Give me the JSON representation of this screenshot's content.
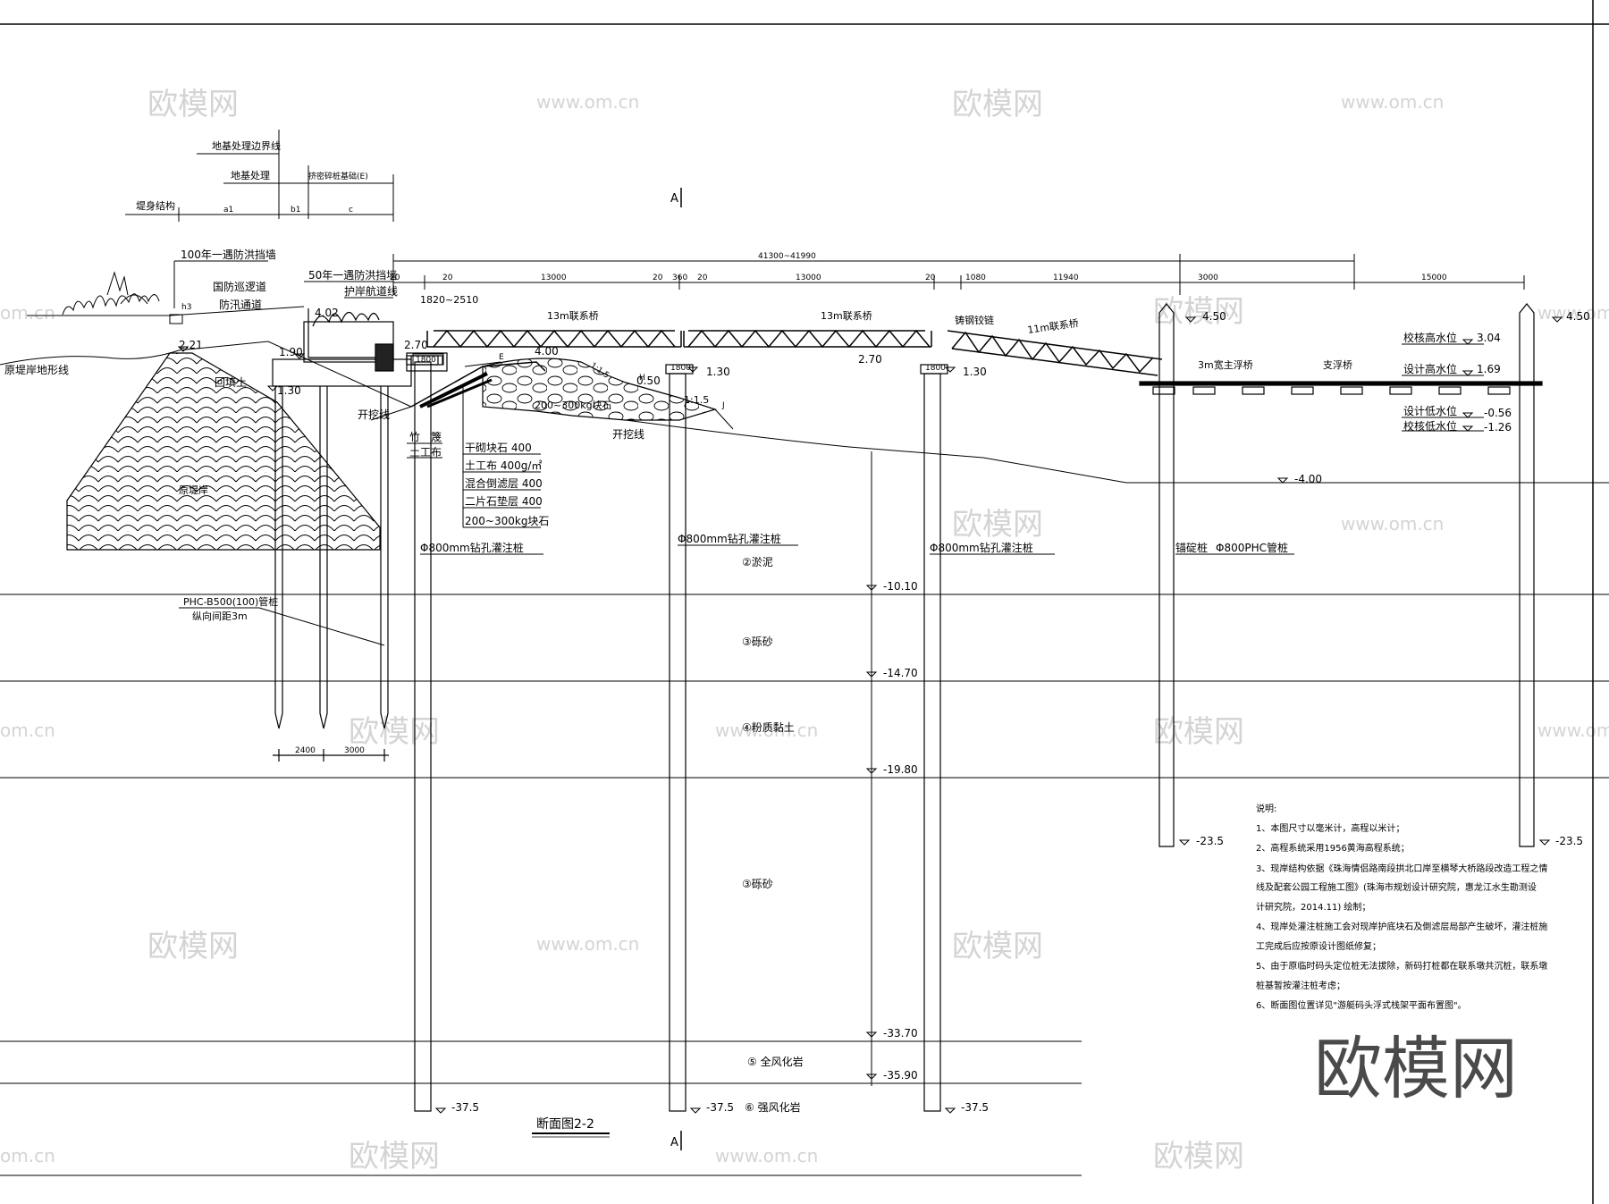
{
  "watermarks": {
    "brand": "欧模网",
    "site": "www.om.cn",
    "site_cut": "om.cn"
  },
  "big_logo": "欧模网",
  "section_marks": {
    "top": "A",
    "bottom": "A"
  },
  "header_table": {
    "row1": "地基处理边界线",
    "row2": "地基处理",
    "row2_value": "挤密碎桩基础(E)",
    "row3": "堤身结构",
    "col_a1": "a1",
    "col_b1": "b1",
    "col_c": "c"
  },
  "dimensions": {
    "total": "41300~41990",
    "d1": "20",
    "d2": "20",
    "d3": "13000",
    "d4": "20",
    "d5": "360",
    "d6": "20",
    "d7": "13000",
    "d8": "20",
    "d9": "1080",
    "d10": "11940",
    "d11": "3000",
    "d12": "15000",
    "w1820": "1820~2510",
    "cap1": "1800",
    "cap2": "1800",
    "cap3": "1800",
    "pile_sp1": "2400",
    "pile_sp2": "3000"
  },
  "labels": {
    "flood100": "100年一遇防洪挡墙",
    "flood50": "50年一遇防洪挡墙",
    "nat_road": "国防巡逻道",
    "flood_road": "防汛通道",
    "guard_road": "护岸航道线",
    "h3": "h3",
    "orig_line": "原堤岸地形线",
    "backfill": "回填土",
    "dig_line1": "开挖线",
    "dig_line2": "开挖线",
    "orig_dike": "原堤岸",
    "bamboo": "竹　篾",
    "geotex_short": "土工布",
    "layer1": "干砌块石 400",
    "layer2": "土工布 400g/㎡",
    "layer3": "混合倒滤层 400",
    "layer4": "二片石垫层 400",
    "layer5": "200~300kg块石",
    "rock": "200~300kg块石",
    "slope1": "1:1.5",
    "slope2": "1:1.5",
    "slope_lbl_h": "H",
    "slope_lbl_j": "J",
    "slope_lbl_e": "E",
    "phc_pile": "PHC-B500(100)管桩",
    "phc_spacing": "纵向间距3m",
    "bored_pile1": "Φ800mm钻孔灌注桩",
    "bored_pile2": "Φ800mm钻孔灌注桩",
    "bored_pile3": "Φ800mm钻孔灌注桩",
    "anchor_pile": "锚碇桩",
    "phc800": "Φ800PHC管桩",
    "bridge1": "13m联系桥",
    "bridge2": "13m联系桥",
    "bridge3": "11m联系桥",
    "steel_hinge": "铸钢铰链",
    "floating_main": "3m宽主浮桥",
    "floating_branch": "支浮桥",
    "title": "断面图2-2"
  },
  "elevations": {
    "e221": "2.21",
    "e190": "1.90",
    "e130a": "1.30",
    "e402": "4.02",
    "e270a": "2.70",
    "e400": "4.00",
    "e270b": "2.70",
    "e130b": "1.30",
    "e130c": "1.30",
    "e050": "0.50",
    "e450a": "4.50",
    "e450b": "4.50",
    "e_m400": "-4.00",
    "e_m1010": "-10.10",
    "e_m1470": "-14.70",
    "e_m1980": "-19.80",
    "e_m3370": "-33.70",
    "e_m3590": "-35.90",
    "e_m375a": "-37.5",
    "e_m375b": "-37.5",
    "e_m375c": "-37.5",
    "e_m235a": "-23.5",
    "e_m235b": "-23.5"
  },
  "water_levels": {
    "high_check_label": "校核高水位",
    "high_check": "3.04",
    "high_design_label": "设计高水位",
    "high_design": "1.69",
    "low_design_label": "设计低水位",
    "low_design": "-0.56",
    "low_check_label": "校核低水位",
    "low_check": "-1.26"
  },
  "soil_layers": {
    "l2": "②淤泥",
    "l3a": "③砾砂",
    "l4": "④粉质黏土",
    "l3b": "③砾砂",
    "l5": "⑤ 全风化岩",
    "l6": "⑥ 强风化岩"
  },
  "notes": {
    "heading": "说明:",
    "n1": "1、本图尺寸以毫米计，高程以米计；",
    "n2": "2、高程系统采用1956黄海高程系统；",
    "n3a": "3、现岸结构依据《珠海情侣路南段拱北口岸至横琴大桥路段改造工程之情",
    "n3b": "线及配套公园工程施工图》(珠海市规划设计研究院，惠龙江水生勘测设",
    "n3c": "计研究院，2014.11) 绘制；",
    "n4a": "4、现岸处灌注桩施工会对现岸护底块石及倒滤层局部产生破坏，灌注桩施",
    "n4b": "工完成后应按原设计图纸修复；",
    "n5a": "5、由于原临时码头定位桩无法拔除，新码打桩都在联系墩共沉桩，联系墩",
    "n5b": "桩基暂按灌注桩考虑；",
    "n6": "6、断面图位置详见\"游艇码头浮式栈架平面布置图\"。"
  }
}
